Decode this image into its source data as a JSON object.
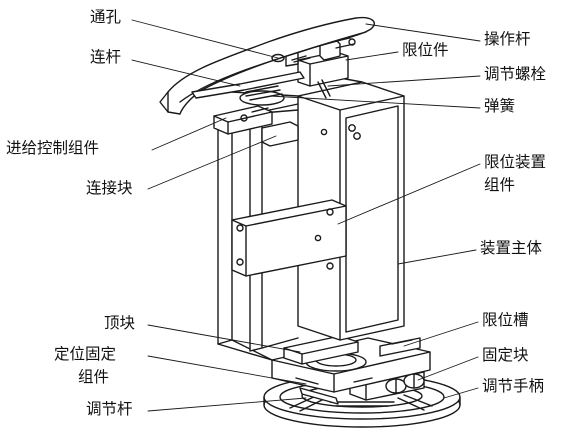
{
  "labels": {
    "tong_kong": "通孔",
    "lian_gan": "连杆",
    "jin_gei": "进给控制组件",
    "lian_jie_kuai": "连接块",
    "ding_kuai": "顶块",
    "ding_wei_1": "定位固定",
    "ding_wei_2": "组件",
    "tiao_jie_gan": "调节杆",
    "cao_zuo_gan": "操作杆",
    "xian_wei_jian": "限位件",
    "tiao_jie_luo_shuan": "调节螺栓",
    "tan_huang": "弹簧",
    "xian_wei_zhuang_zhi_1": "限位装置",
    "xian_wei_zhuang_zhi_2": "组件",
    "zhuang_zhi_zhu_ti": "装置主体",
    "xian_wei_cao": "限位槽",
    "gu_ding_kuai": "固定块",
    "tiao_jie_shou_bing": "调节手柄"
  }
}
